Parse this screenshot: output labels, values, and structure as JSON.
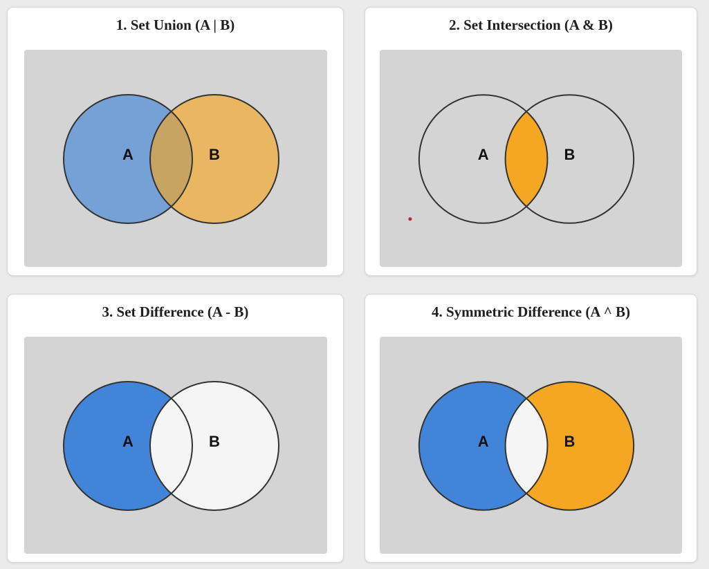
{
  "colors": {
    "page_bg": "#ebebeb",
    "card_bg": "#ffffff",
    "card_border": "#d9d9d9",
    "plot_bg": "#d4d4d4",
    "circle_stroke": "#333333",
    "blue": "#4285d8",
    "orange": "#f5a623",
    "near_white": "#f5f5f5",
    "title_color": "#1f1f1f",
    "label_color": "#111111",
    "red_dot": "#b02a37"
  },
  "panels": [
    {
      "title": "1. Set Union (A | B)",
      "operation": "union",
      "expression": "A | B",
      "label_a": "A",
      "label_b": "B",
      "regions": {
        "a_only": "blue",
        "intersection": "blue-orange blend",
        "b_only": "orange"
      }
    },
    {
      "title": "2. Set Intersection (A & B)",
      "operation": "intersection",
      "expression": "A & B",
      "label_a": "A",
      "label_b": "B",
      "regions": {
        "a_only": "gray",
        "intersection": "orange",
        "b_only": "gray"
      },
      "has_red_dot": true
    },
    {
      "title": "3. Set Difference (A - B)",
      "operation": "difference",
      "expression": "A - B",
      "label_a": "A",
      "label_b": "B",
      "regions": {
        "a_only": "blue",
        "intersection": "white",
        "b_only": "white"
      }
    },
    {
      "title": "4. Symmetric Difference (A ^ B)",
      "operation": "symmetric-difference",
      "expression": "A ^ B",
      "label_a": "A",
      "label_b": "B",
      "regions": {
        "a_only": "blue",
        "intersection": "white",
        "b_only": "orange"
      }
    }
  ]
}
